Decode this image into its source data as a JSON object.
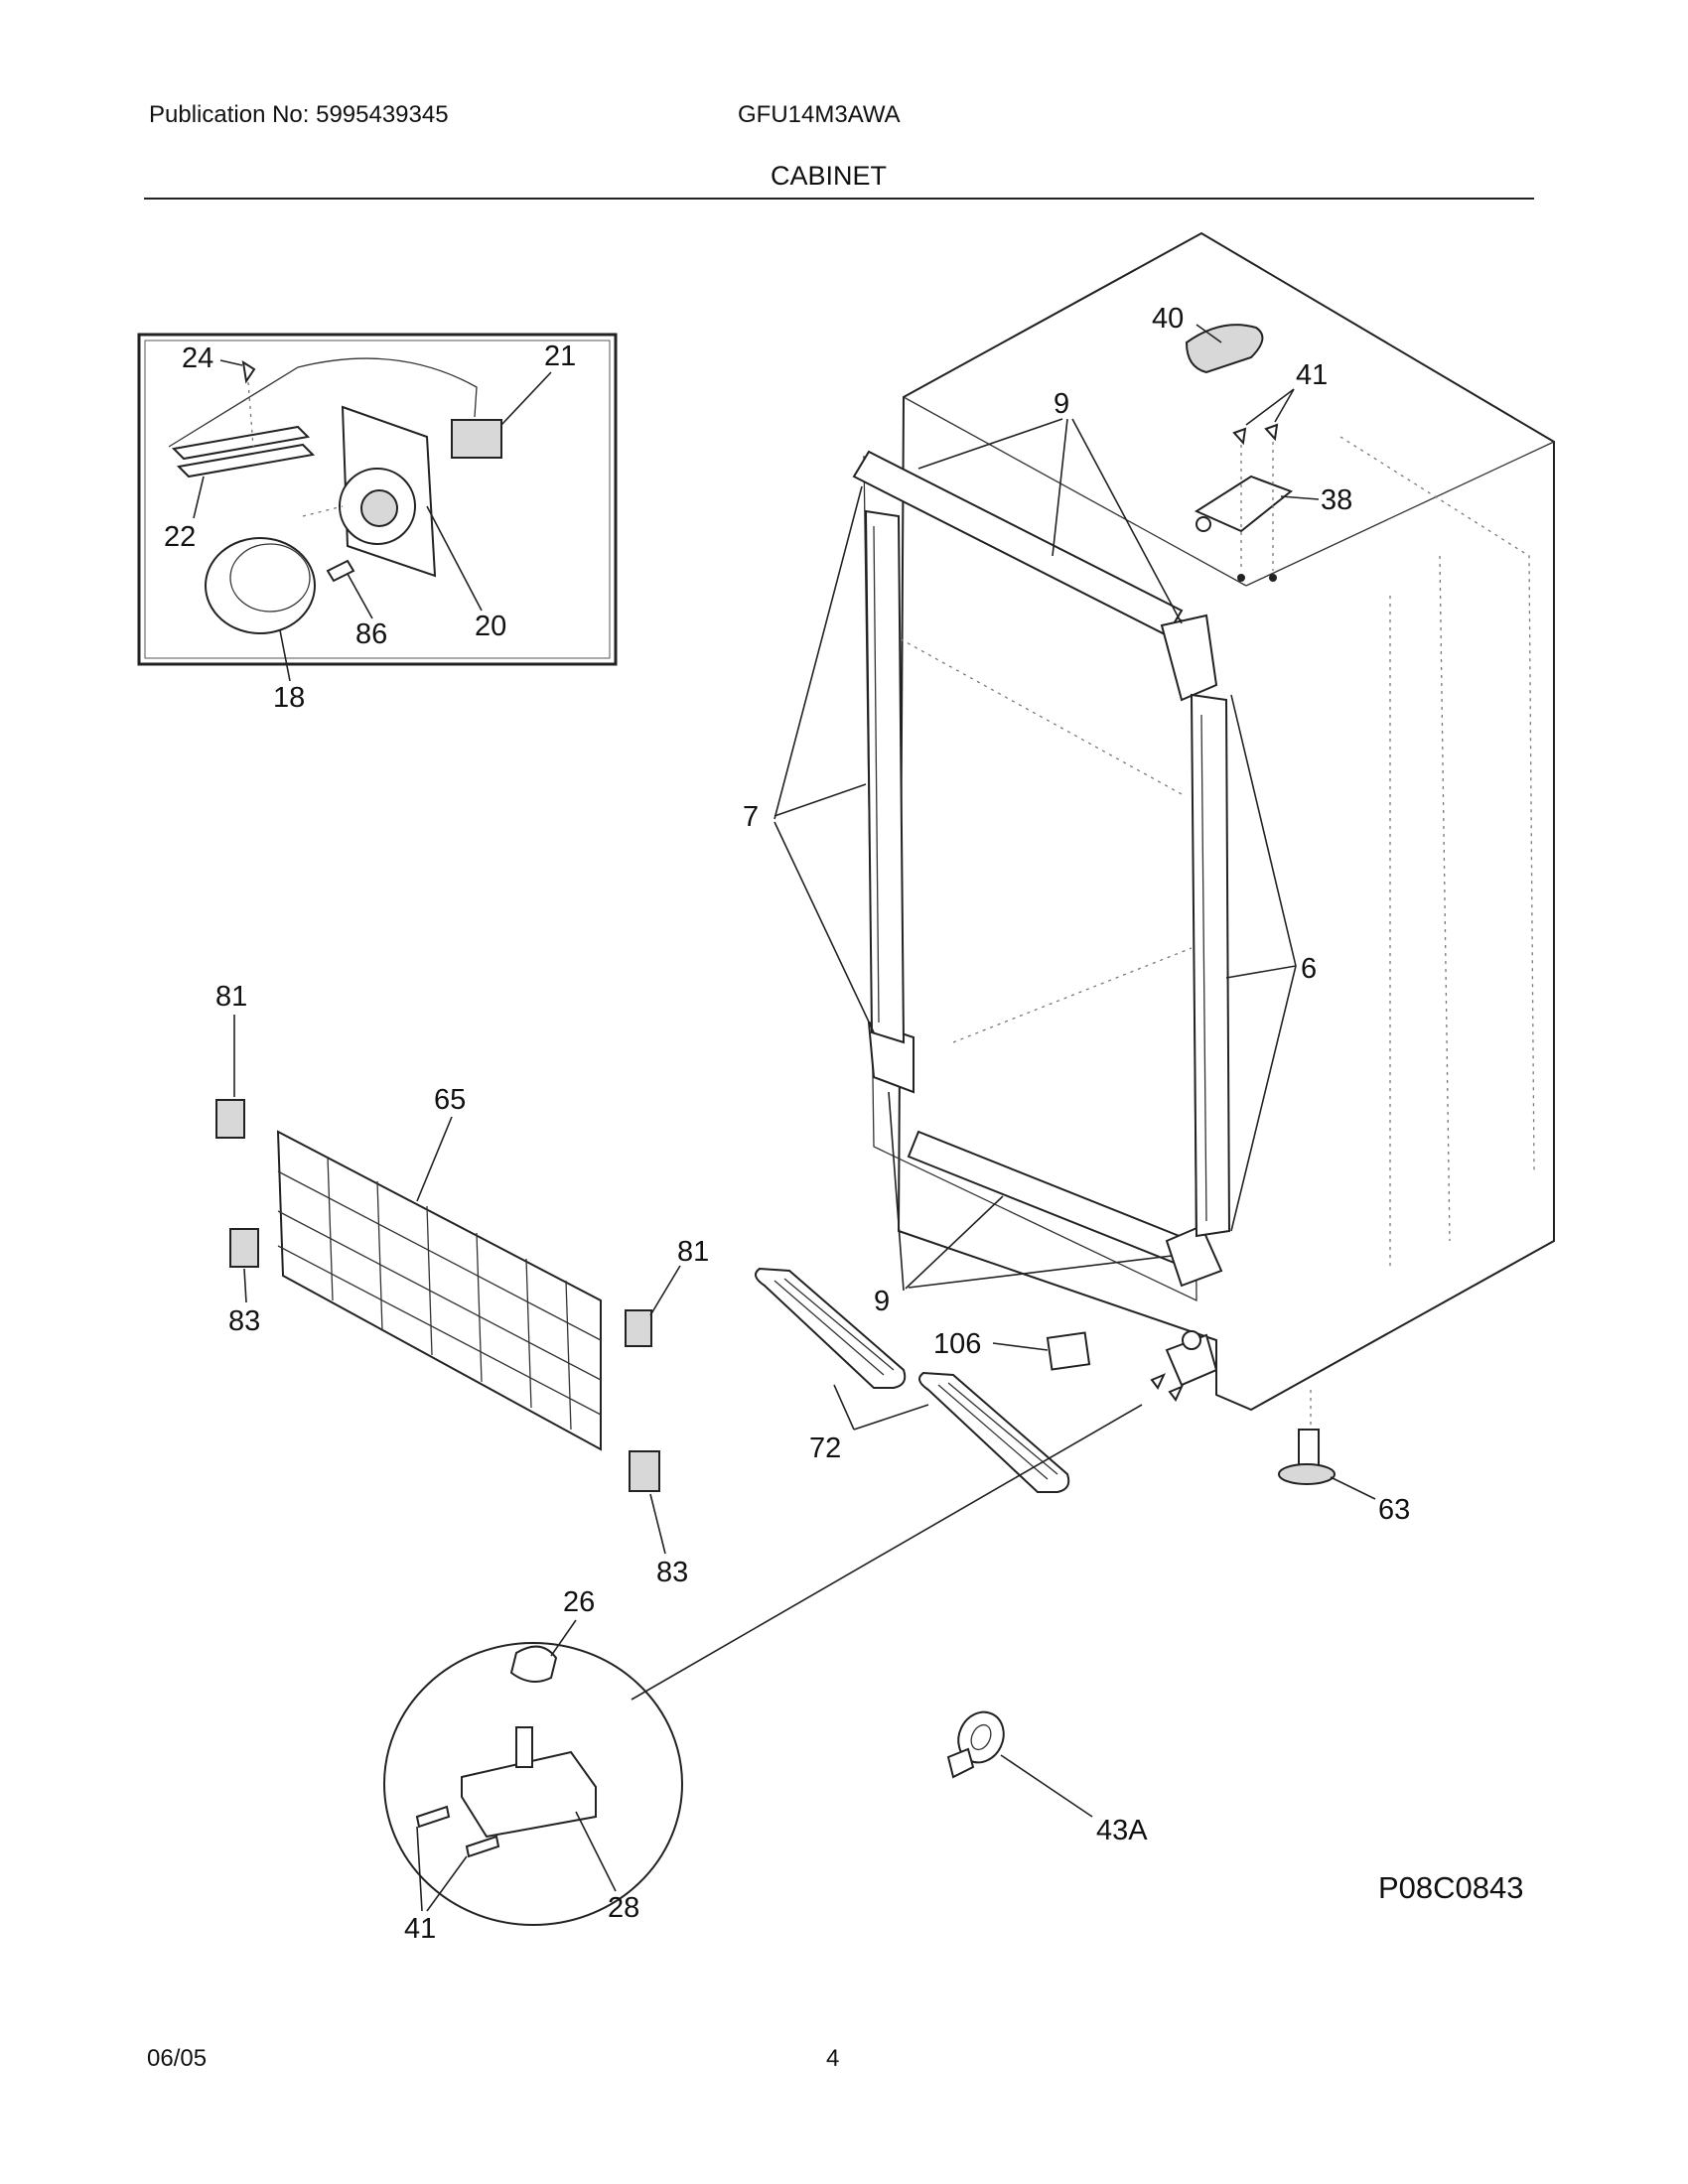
{
  "header": {
    "publication": "Publication No: 5995439345",
    "model": "GFU14M3AWA",
    "section_title": "CABINET"
  },
  "diagram": {
    "code": "P08C0843",
    "callouts": {
      "c24": "24",
      "c21": "21",
      "c22": "22",
      "c20": "20",
      "c86": "86",
      "c18": "18",
      "c40": "40",
      "c41a": "41",
      "c9a": "9",
      "c38": "38",
      "c7": "7",
      "c6": "6",
      "c81a": "81",
      "c65": "65",
      "c83a": "83",
      "c81b": "81",
      "c83b": "83",
      "c9b": "9",
      "c106": "106",
      "c72": "72",
      "c63": "63",
      "c26": "26",
      "c28": "28",
      "c41b": "41",
      "c43a": "43A"
    }
  },
  "footer": {
    "date": "06/05",
    "page": "4"
  }
}
